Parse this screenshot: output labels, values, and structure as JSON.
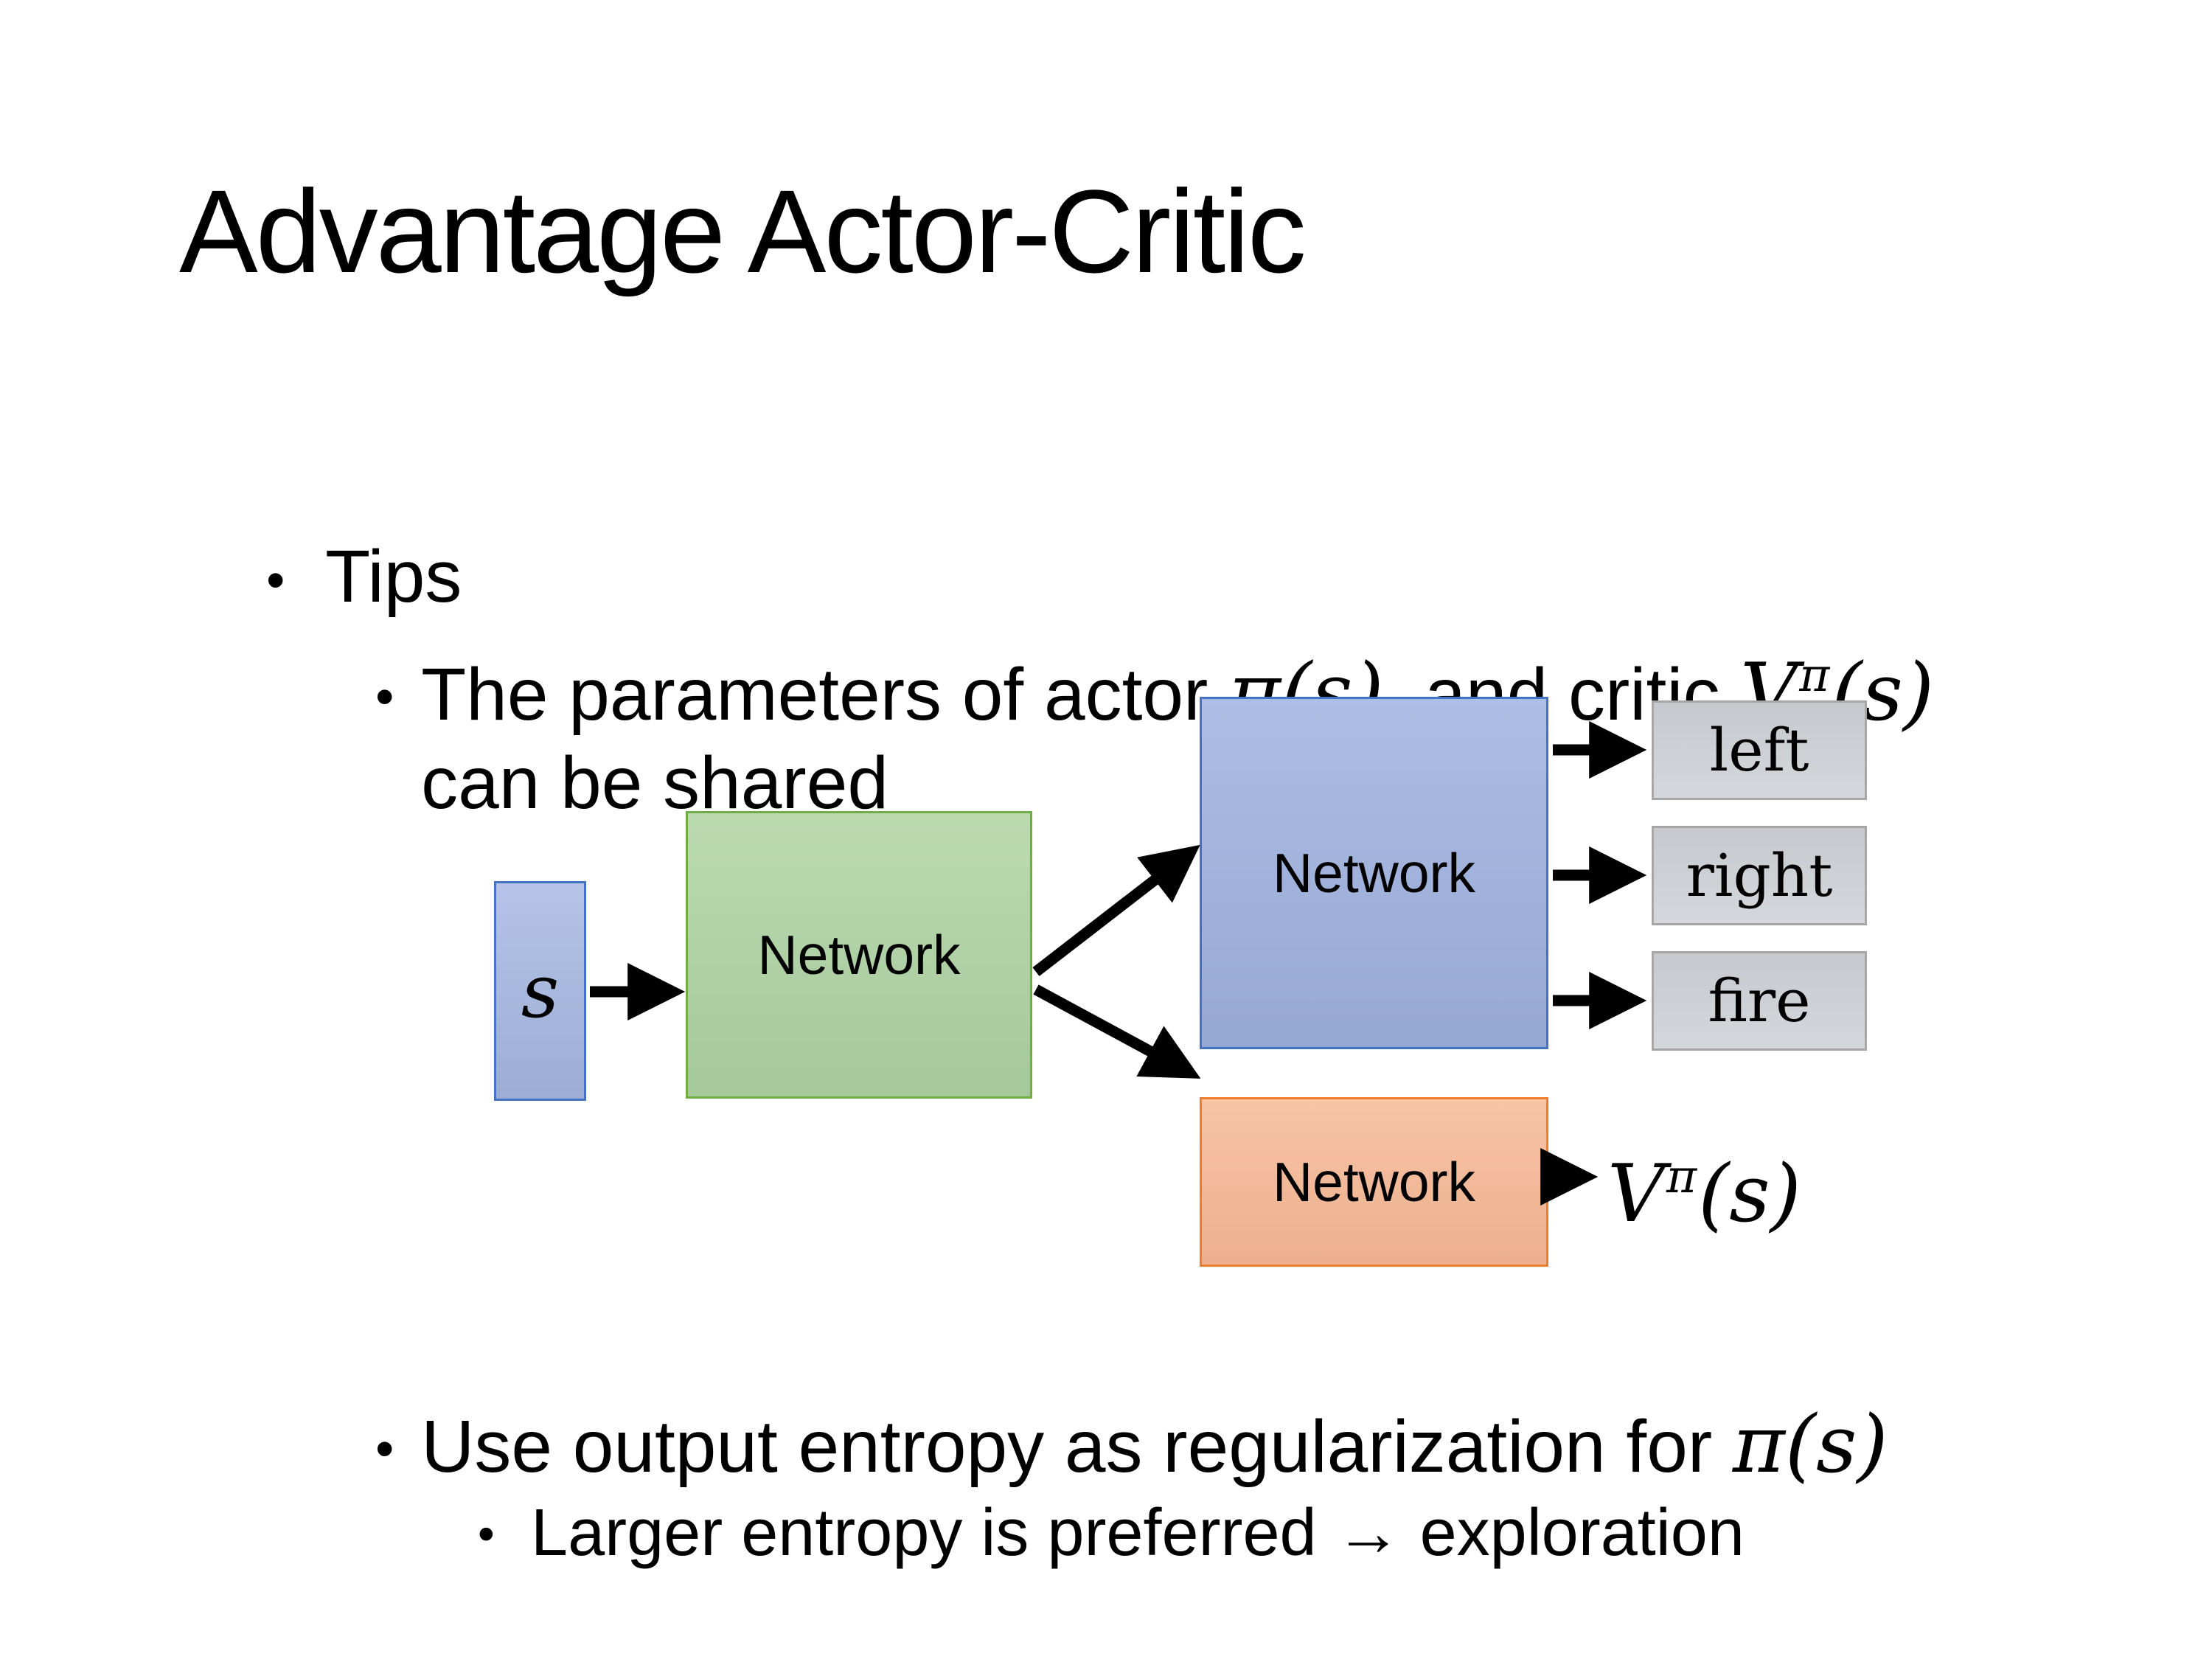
{
  "slide": {
    "title": "Advantage Actor-Critic",
    "bullet_char": "•",
    "bullets": {
      "tips": "Tips",
      "shared": {
        "before": "The parameters of actor ",
        "math_pi": "π(s)",
        "middle": "  and critic ",
        "v_base": "V",
        "v_sup": "π",
        "v_paren": "(s)",
        "line2": "can be shared"
      },
      "entropy": {
        "before": "Use output entropy as regularization for ",
        "math_pi": "π(s)"
      },
      "exploration": "Larger entropy is preferred → exploration"
    },
    "diagram": {
      "input_label": "s",
      "shared_network_label": "Network",
      "actor_network_label": "Network",
      "critic_network_label": "Network",
      "actions": [
        "left",
        "right",
        "fire"
      ],
      "value_output": {
        "base": "V",
        "sup": "π",
        "paren": "(s)"
      },
      "colors": {
        "input_fill": "#a6b8e2",
        "input_border": "#4472c4",
        "shared_fill": "#aed3a2",
        "shared_border": "#71ad47",
        "actor_fill": "#9fb3e0",
        "actor_border": "#4472c4",
        "critic_fill": "#f6b793",
        "critic_border": "#ed7d31",
        "action_fill": "#ced2d6",
        "action_border": "#a6a6a6",
        "arrow": "#000000"
      }
    }
  }
}
